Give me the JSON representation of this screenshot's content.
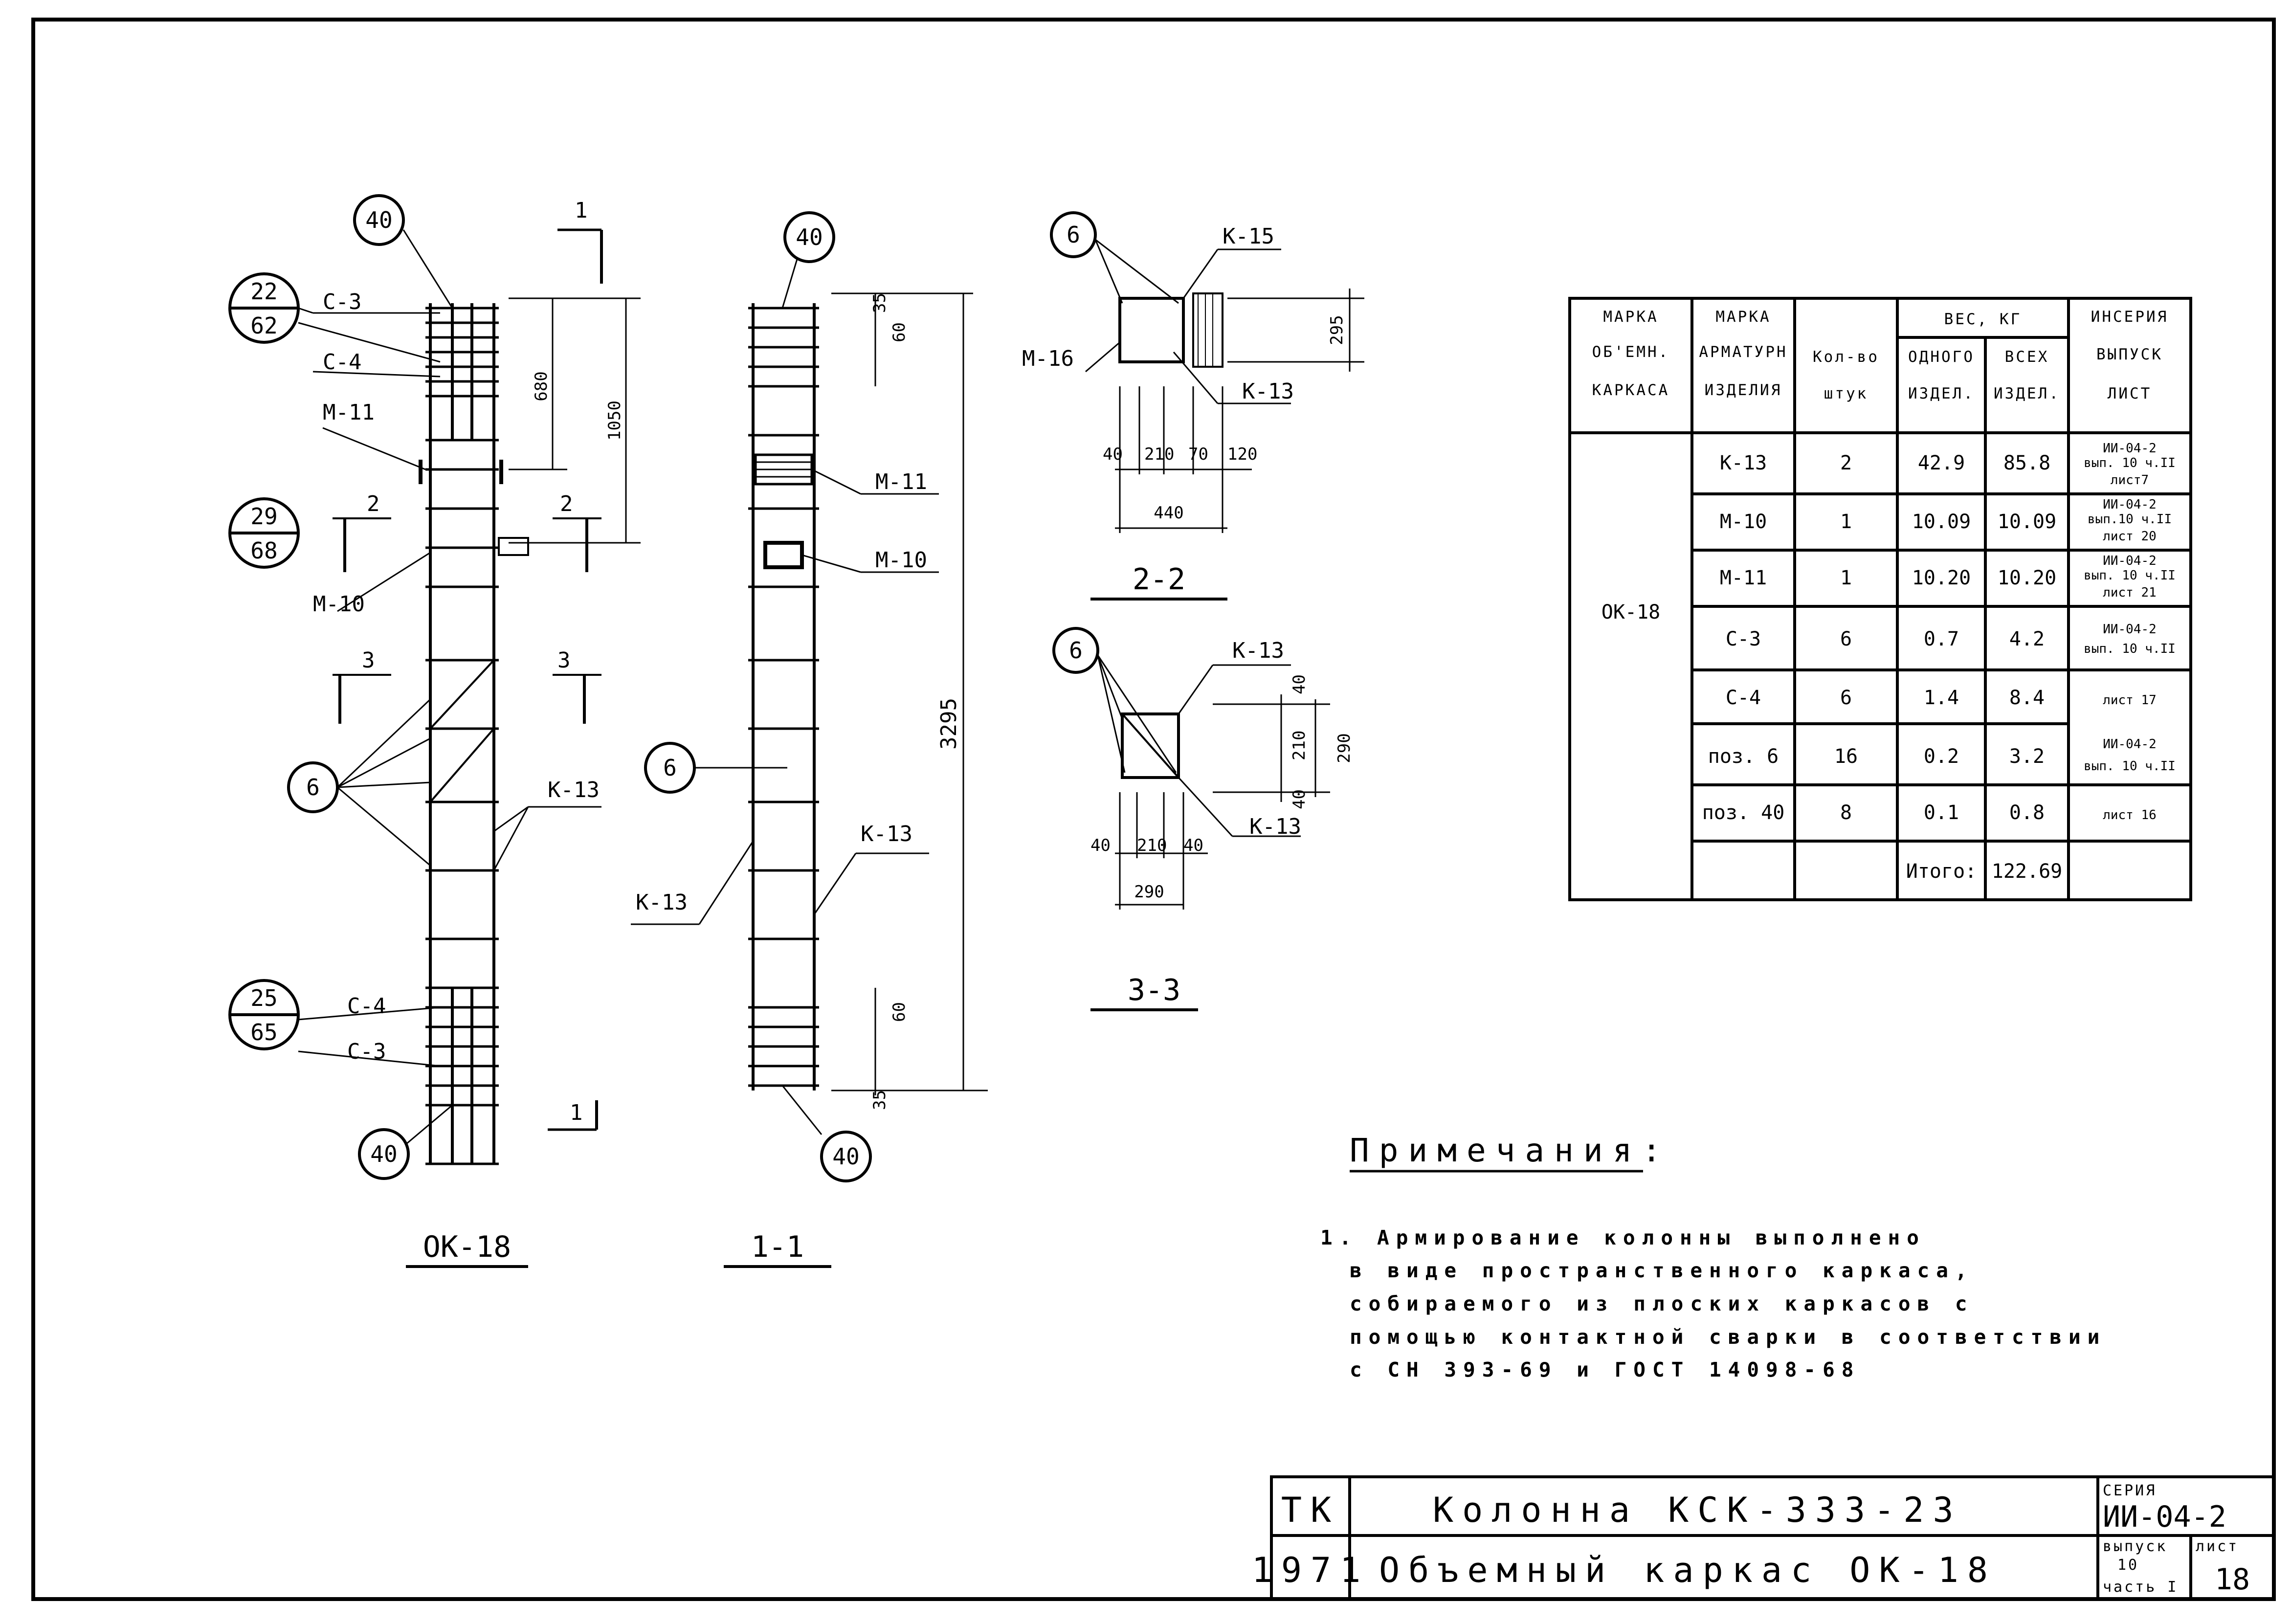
{
  "elevation": {
    "title": "ОК-18",
    "bubbles": [
      "40",
      "22",
      "62",
      "29",
      "68",
      "25",
      "65",
      "40",
      "6"
    ],
    "labels": {
      "c3_top": "С-3",
      "c4_top": "С-4",
      "m11": "М-11",
      "m10": "М-10",
      "k13": "К-13",
      "c4_bot": "С-4",
      "c3_bot": "С-3"
    },
    "section_marks": {
      "s1": "1",
      "s2": "2",
      "s3": "3"
    },
    "dims": {
      "d680": "680",
      "d1050": "1050"
    }
  },
  "section_1_1": {
    "title": "1-1",
    "labels": {
      "m11": "М-11",
      "m10": "М-10",
      "k13_left": "К-13",
      "k13_right": "К-13"
    },
    "bubbles": [
      "40",
      "6",
      "40"
    ],
    "dims": {
      "total": "3295",
      "d35": "35",
      "d60": "60"
    }
  },
  "section_2_2": {
    "title": "2-2",
    "labels": {
      "k15": "К-15",
      "m16": "М-16",
      "k13": "К-13",
      "bubble": "6"
    },
    "dims": [
      "40",
      "210",
      "70",
      "120"
    ],
    "total": "440",
    "height": "295"
  },
  "section_3_3": {
    "title": "3-3",
    "labels": {
      "k13_top": "К-13",
      "k13_bot": "К-13",
      "bubble": "6"
    },
    "dims": [
      "40",
      "210",
      "40"
    ],
    "total": "290",
    "vdims": [
      "40",
      "210",
      "40"
    ],
    "vtotal": "290"
  },
  "spec_table": {
    "headers": {
      "col1": [
        "МАРКА",
        "ОБ'ЕМН.",
        "КАРКАСА"
      ],
      "col2": [
        "МАРКА",
        "АРМАТУРН",
        "ИЗДЕЛИЯ"
      ],
      "col3": [
        "Кол-во",
        "штук"
      ],
      "weight": "ВЕС, КГ",
      "col4": [
        "ОДНОГО",
        "ИЗДЕЛ."
      ],
      "col5": [
        "ВСЕХ",
        "ИЗДЕЛ."
      ],
      "col6": [
        "ИНСЕРИЯ",
        "ВЫПУСК",
        "ЛИСТ"
      ]
    },
    "frame_mark": "ОК-18",
    "rows": [
      {
        "mark": "К-13",
        "qty": "2",
        "one": "42.9",
        "all": "85.8",
        "ref": [
          "ИИ-04-2",
          "вып. 10 ч.II",
          "лист7"
        ]
      },
      {
        "mark": "М-10",
        "qty": "1",
        "one": "10.09",
        "all": "10.09",
        "ref": [
          "ИИ-04-2",
          "вып.10 ч.II",
          "лист 20"
        ]
      },
      {
        "mark": "М-11",
        "qty": "1",
        "one": "10.20",
        "all": "10.20",
        "ref": [
          "ИИ-04-2",
          "вып. 10 ч.II",
          "лист 21"
        ]
      },
      {
        "mark": "С-3",
        "qty": "6",
        "one": "0.7",
        "all": "4.2",
        "ref": [
          "ИИ-04-2",
          "вып. 10 ч.II"
        ]
      },
      {
        "mark": "С-4",
        "qty": "6",
        "one": "1.4",
        "all": "8.4",
        "ref": [
          "лист 17"
        ]
      },
      {
        "mark": "поз. 6",
        "qty": "16",
        "one": "0.2",
        "all": "3.2",
        "ref": [
          "ИИ-04-2",
          "вып. 10 ч.II"
        ]
      },
      {
        "mark": "поз. 40",
        "qty": "8",
        "one": "0.1",
        "all": "0.8",
        "ref": [
          "лист 16"
        ]
      }
    ],
    "total_label": "Итого:",
    "total_value": "122.69"
  },
  "notes": {
    "title": "Примечания:",
    "lines": [
      "1. Армирование колонны выполнено",
      "в виде пространственного каркаса,",
      "собираемого из плоских каркасов с",
      "помощью контактной сварки в соответствии",
      "с СН 393-69 и ГОСТ 14098-68"
    ]
  },
  "title_block": {
    "org": "ТК",
    "year": "1971",
    "line1": "Колонна КСК-333-23",
    "line2": "Объемный каркас ОК-18",
    "series_label": "СЕРИЯ",
    "series": "ИИ-04-2",
    "issue_label": "выпуск",
    "issue": "10",
    "part": "часть I",
    "sheet_label": "лист",
    "sheet": "18"
  }
}
